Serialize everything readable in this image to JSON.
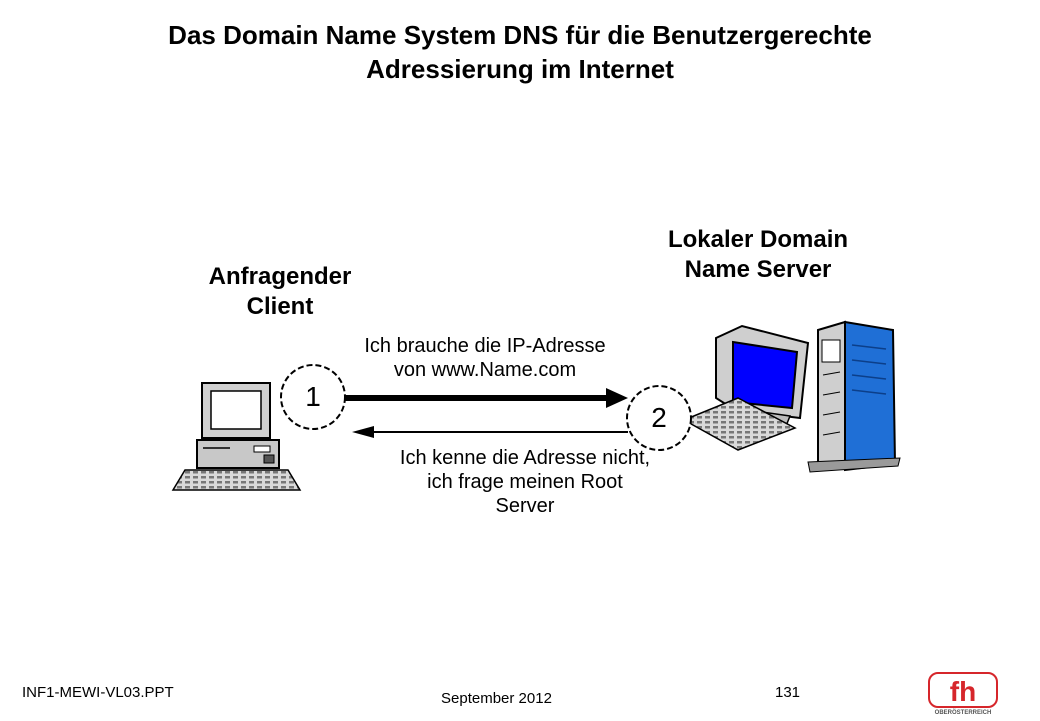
{
  "slide": {
    "title_line1": "Das Domain Name System DNS für die Benutzergerechte",
    "title_line2": "Adressierung im Internet"
  },
  "client": {
    "label_line1": "Anfragender",
    "label_line2": "Client",
    "icon": "desktop-computer-icon"
  },
  "server": {
    "label_line1": "Lokaler Domain",
    "label_line2": "Name Server",
    "icon": "server-workstation-icon",
    "screen_color": "#0000ff",
    "tower_color": "#1f6fd6"
  },
  "steps": [
    {
      "number": "1",
      "direction": "client-to-server",
      "message_line1": "Ich brauche die IP-Adresse",
      "message_line2": "von www.Name.com"
    },
    {
      "number": "2",
      "direction": "server-to-client",
      "message_line1": "Ich kenne die Adresse nicht,",
      "message_line2": "ich frage meinen Root",
      "message_line3": "Server"
    }
  ],
  "footer": {
    "file": "INF1-MEWI-VL03.PPT",
    "date": "September 2012",
    "page": "131",
    "logo_text": "fh",
    "logo_subtext": "OBERÖSTERREICH",
    "logo_color": "#d6262b"
  }
}
